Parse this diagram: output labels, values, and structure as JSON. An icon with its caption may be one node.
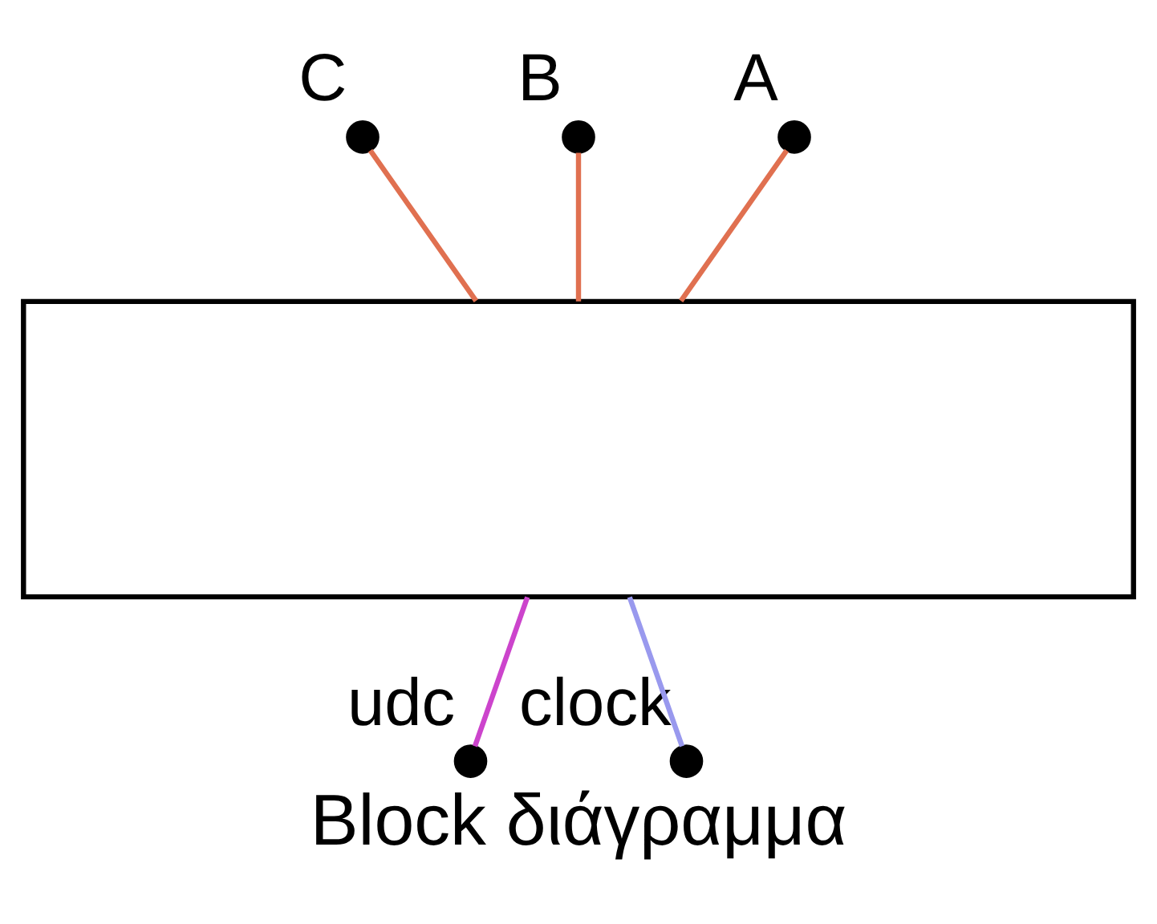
{
  "diagram": {
    "caption": "Block διάγραμμα",
    "nodes": [
      {
        "text": [],
        "shape": "box"
      },
      {
        "text": [],
        "shape": "circle",
        "beside": [
          "C"
        ]
      },
      {
        "text": [],
        "shape": "circle",
        "beside": [
          "B"
        ]
      },
      {
        "text": [],
        "shape": "circle",
        "beside": [
          "A"
        ]
      },
      {
        "text": [],
        "shape": "circle",
        "beside": [
          "udc"
        ]
      },
      {
        "text": [],
        "shape": "circle",
        "beside": [
          "clock"
        ]
      }
    ],
    "edges": [
      {
        "from": 1,
        "to": 0,
        "arrow": "none",
        "color": "#e07050"
      },
      {
        "from": 2,
        "to": 0,
        "arrow": "none",
        "color": "#e07050"
      },
      {
        "from": 3,
        "to": 0,
        "arrow": "none",
        "color": "#e07050"
      },
      {
        "from": 4,
        "to": 0,
        "arrow": "none",
        "color": "#cc44cc"
      },
      {
        "from": 5,
        "to": 0,
        "arrow": "none",
        "color": "#9999ee"
      }
    ]
  }
}
